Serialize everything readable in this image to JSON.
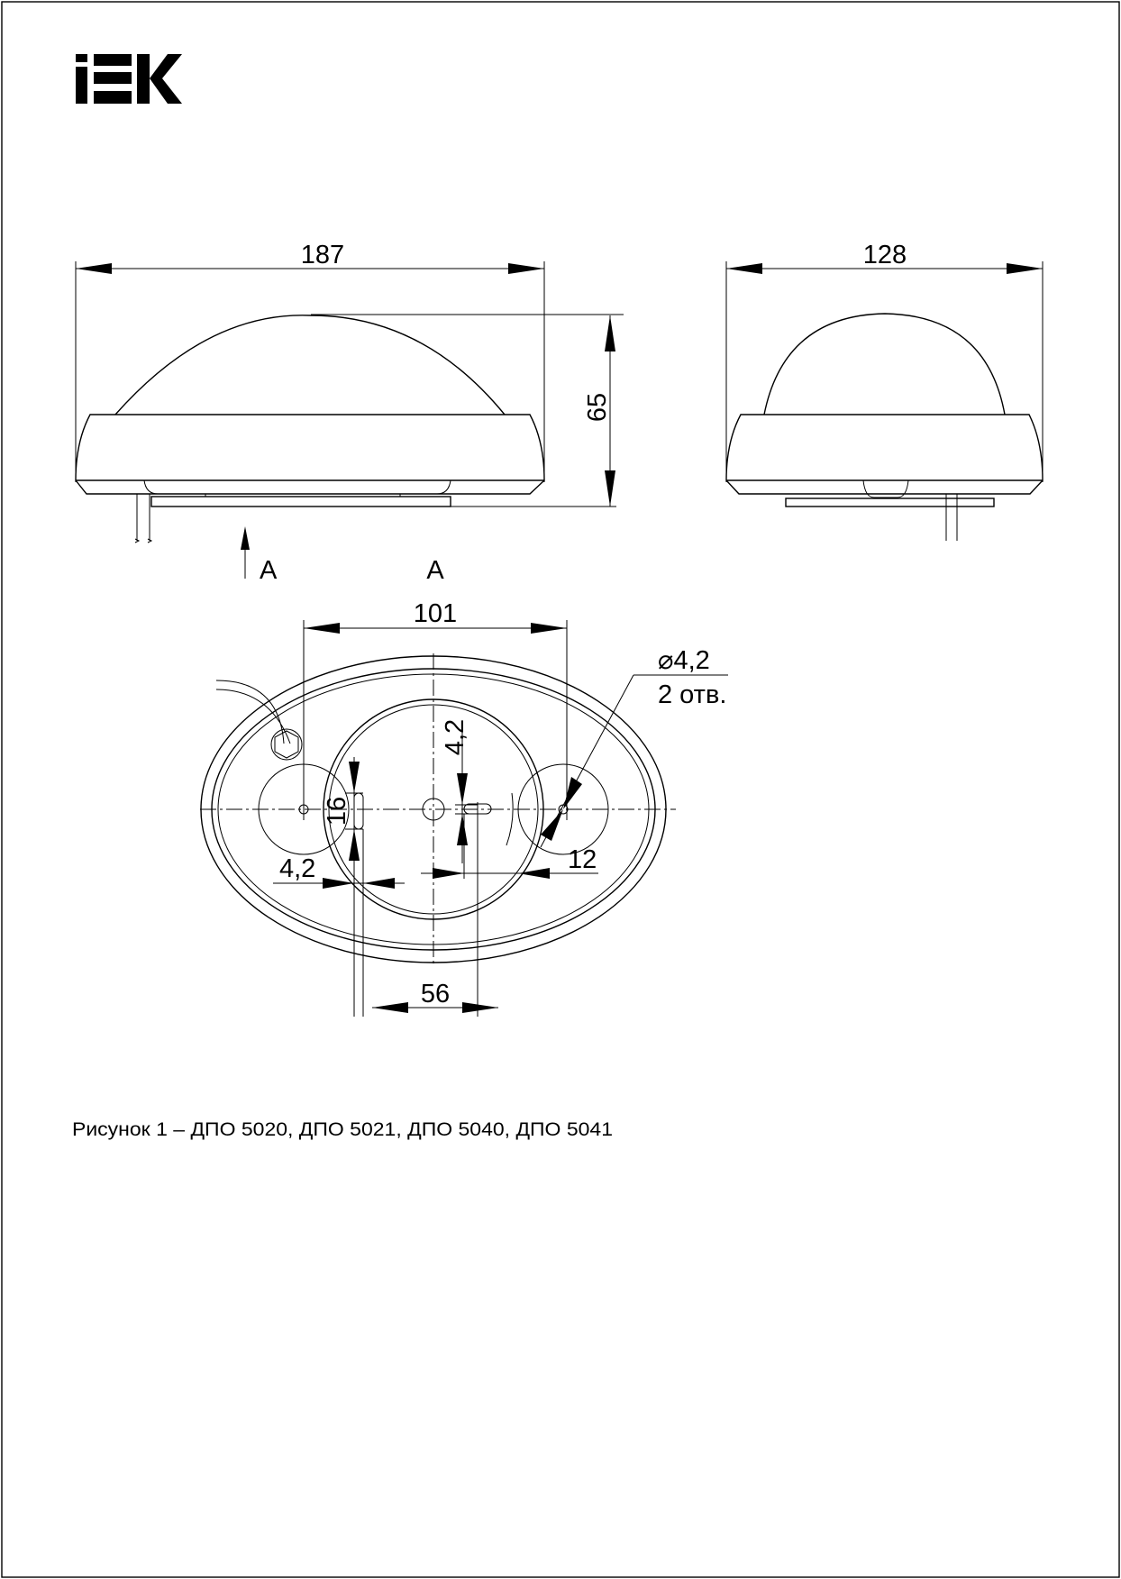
{
  "logo": {
    "text": "IEK"
  },
  "side_view": {
    "width_label": "187",
    "height_label": "65",
    "view_marker": "A"
  },
  "front_view": {
    "width_label": "128"
  },
  "bottom_view": {
    "title": "A",
    "hole_spacing_label": "101",
    "hole_diameter_label": "⌀4,2",
    "hole_count_label": "2 отв.",
    "slot_length_label": "16",
    "slot_width_vertical_label": "4,2",
    "slot_width_horizontal_label": "4,2",
    "slot_length_horizontal_label": "12",
    "slot_spacing_label": "56"
  },
  "caption": "Рисунок 1 – ДПО 5020, ДПО 5021, ДПО 5040, ДПО 5041"
}
